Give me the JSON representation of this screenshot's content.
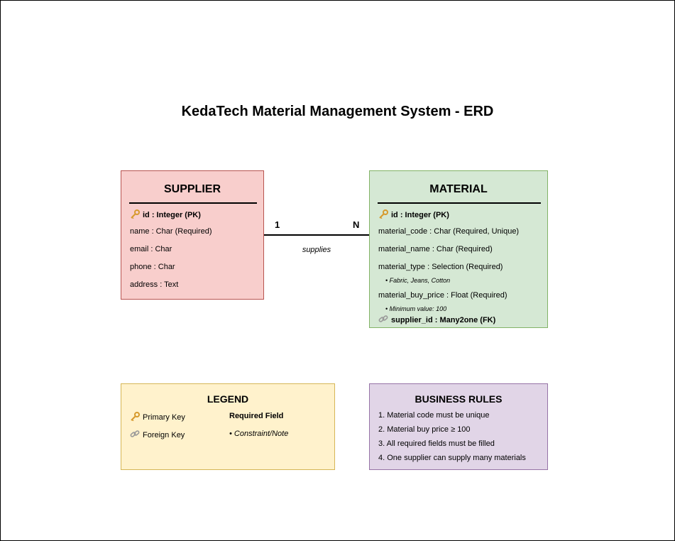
{
  "title": "KedaTech Material Management System - ERD",
  "supplier": {
    "name": "SUPPLIER",
    "fields": [
      "id : Integer (PK)",
      "name : Char (Required)",
      "email : Char",
      "phone : Char",
      "address : Text"
    ]
  },
  "material": {
    "name": "MATERIAL",
    "fields": [
      "id : Integer (PK)",
      "material_code : Char (Required, Unique)",
      "material_name : Char (Required)",
      "material_type : Selection (Required)",
      "material_buy_price : Float (Required)",
      "supplier_id : Many2one (FK)"
    ],
    "notes": [
      "• Fabric, Jeans, Cotton",
      "• Minimum value: 100"
    ]
  },
  "relationship": {
    "from_cardinality": "1",
    "to_cardinality": "N",
    "label": "supplies"
  },
  "legend": {
    "title": "LEGEND",
    "primary_key": "Primary Key",
    "foreign_key": "Foreign Key",
    "required_field": "Required Field",
    "constraint_note": "• Constraint/Note"
  },
  "business_rules": {
    "title": "BUSINESS RULES",
    "rules": [
      "1. Material code must be unique",
      "2. Material buy price ≥ 100",
      "3. All required fields must be filled",
      "4. One supplier can supply many materials"
    ]
  },
  "colors": {
    "supplier_fill": "#f8cecc",
    "material_fill": "#d5e8d4",
    "legend_fill": "#fff2cc",
    "rules_fill": "#e1d5e7"
  },
  "icons": {
    "primary_key": "key-icon",
    "foreign_key": "link-icon"
  }
}
